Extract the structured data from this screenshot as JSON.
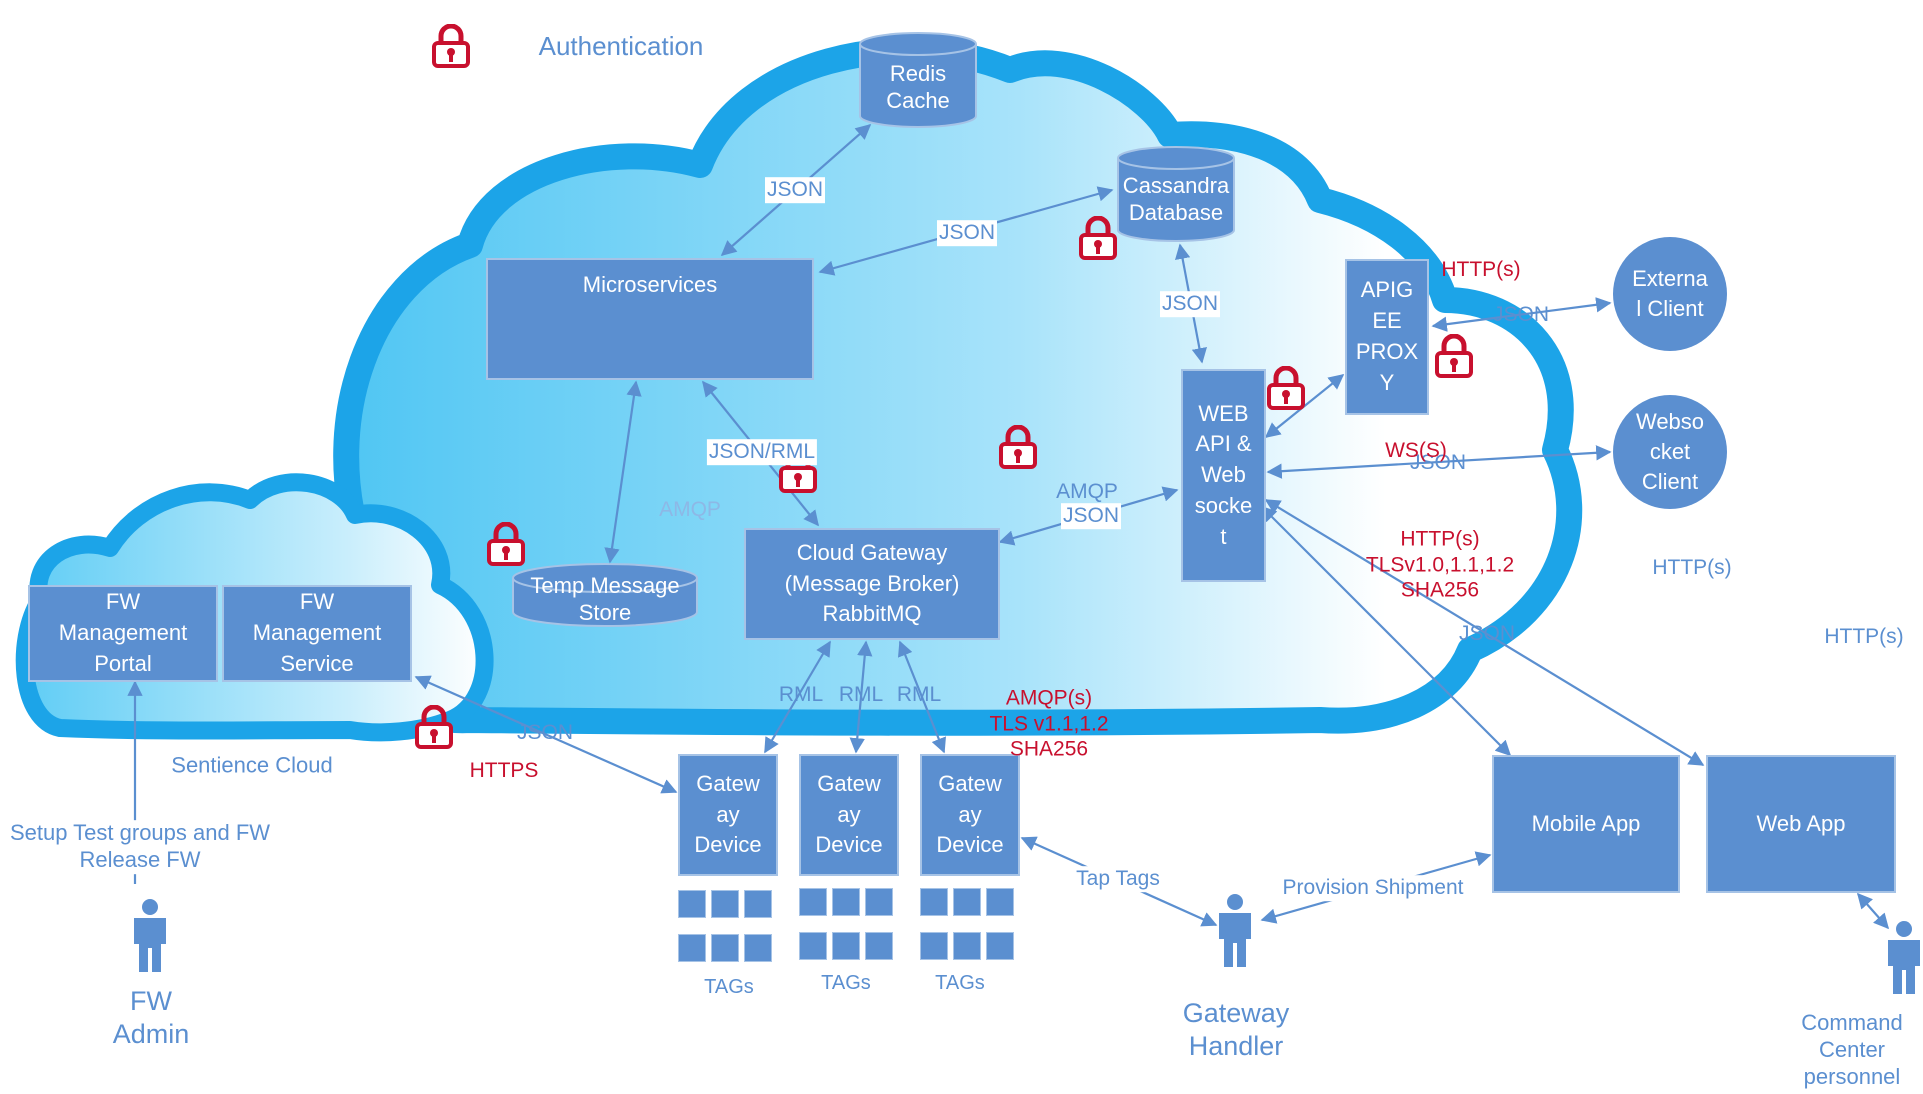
{
  "labels": {
    "authentication": "Authentication",
    "redis": "Redis\nCache",
    "cassandra": "Cassandra\nDatabase",
    "temp_store": "Temp Message\nStore",
    "microservices": "Microservices",
    "cloud_gateway": "Cloud Gateway\n(Message Broker)\nRabbitMQ",
    "web_api": "WEB\nAPI &\nWeb\nsocke\nt",
    "apigee": "APIG\nEE\nPROX\nY",
    "external_client": "Externa\nl Client",
    "websocket_client": "Webso\ncket\nClient",
    "fw_portal": "FW\nManagement\nPortal",
    "fw_service": "FW\nManagement\nService",
    "sentience_cloud": "Sentience Cloud",
    "gateway_device_1": "Gatew\nay\nDevice",
    "gateway_device_2": "Gatew\nay\nDevice",
    "gateway_device_3": "Gatew\nay\nDevice",
    "tags_1": "TAGs",
    "tags_2": "TAGs",
    "tags_3": "TAGs",
    "mobile_app": "Mobile App",
    "web_app": "Web App",
    "fw_admin": "FW\nAdmin",
    "gateway_handler": "Gateway\nHandler",
    "command_center": "Command\nCenter\npersonnel",
    "setup_text": "Setup Test groups and FW\nRelease FW"
  },
  "edge_labels": {
    "json_redis": "JSON",
    "json_cassandra": "JSON",
    "json_db_webapi": "JSON",
    "json_rml": "JSON/RML",
    "amqp_left": "AMQP",
    "amqp_right": "AMQP",
    "json_gw_webapi": "JSON",
    "json_external": "JSON",
    "json_websocket": "JSON",
    "ws_s": "WS(S)",
    "http_s_apigee": "HTTP(s)",
    "http_tls": "HTTP(s)\nTLSv1.0,1.1,1.2\nSHA256",
    "http_s_right1": "HTTP(s)",
    "http_s_right2": "HTTP(s)",
    "json_webapp": "JSON",
    "json_fw": "JSON",
    "https": "HTTPS",
    "rml_1": "RML",
    "rml_2": "RML",
    "rml_3": "RML",
    "amqp_tls": "AMQP(s)\nTLS v1.1,1.2\nSHA256",
    "tap_tags": "Tap Tags",
    "provision_shipment": "Provision Shipment"
  },
  "colors": {
    "node_fill": "#5b8fd0",
    "node_border": "#a6c3e6",
    "label_blue": "#5b8fd0",
    "security_red": "#c8102e",
    "cloud_border": "#1ca4e8",
    "cloud_fill": "#5ecdf5"
  },
  "icons": {
    "lock": "padlock-icon",
    "person": "person-icon"
  }
}
